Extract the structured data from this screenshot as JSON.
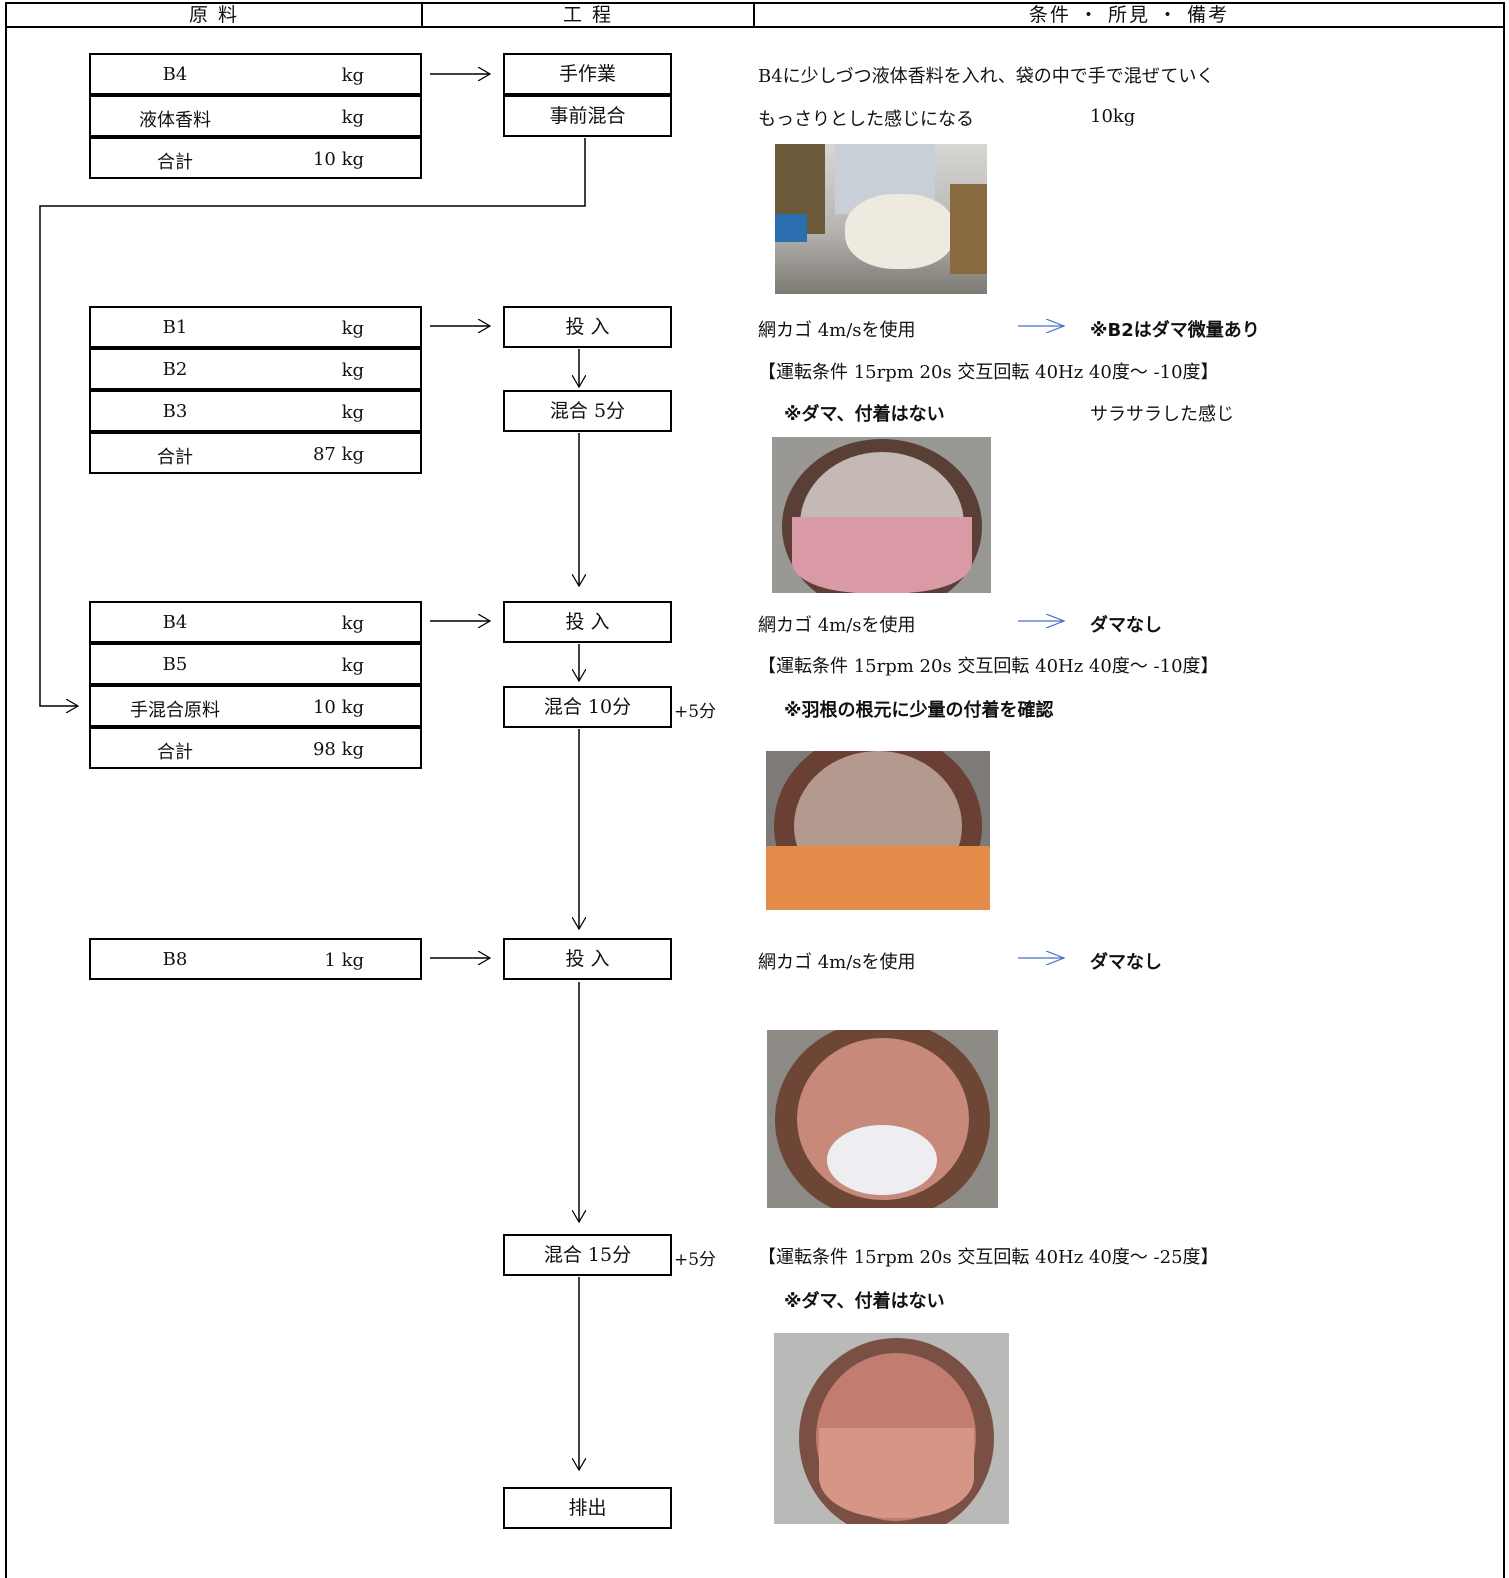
{
  "header": {
    "col1": "原 料",
    "col2": "工 程",
    "col3": "条件 ・ 所見 ・ 備考"
  },
  "sections": [
    {
      "materials": [
        {
          "name": "B4",
          "amount": "kg"
        },
        {
          "name": "液体香料",
          "amount": "kg"
        },
        {
          "name": "合計",
          "amount": "10 kg"
        }
      ],
      "process": [
        "手作業",
        "事前混合"
      ],
      "notes": {
        "line1": "B4に少しづつ液体香料を入れ、袋の中で手で混ぜていく",
        "line2": "もっさりとした感じになる",
        "line2b": "10kg"
      }
    },
    {
      "materials": [
        {
          "name": "B1",
          "amount": "kg"
        },
        {
          "name": "B2",
          "amount": "kg"
        },
        {
          "name": "B3",
          "amount": "kg"
        },
        {
          "name": "合計",
          "amount": "87 kg"
        }
      ],
      "process": [
        "投 入",
        "混合 5分"
      ],
      "notes": {
        "line1": "網カゴ 4m/sを使用",
        "result": "※B2はダマ微量あり",
        "cond": "【運転条件 15rpm 20s 交互回転 40Hz 40度～ -10度】",
        "obs": "※ダマ、付着はない",
        "obs2": "サラサラした感じ"
      }
    },
    {
      "materials": [
        {
          "name": "B4",
          "amount": "kg"
        },
        {
          "name": "B5",
          "amount": "kg"
        },
        {
          "name": "手混合原料",
          "amount": "10 kg"
        },
        {
          "name": "合計",
          "amount": "98 kg"
        }
      ],
      "process": [
        "投 入",
        "混合 10分"
      ],
      "extra": "+5分",
      "notes": {
        "line1": "網カゴ 4m/sを使用",
        "result": "ダマなし",
        "cond": "【運転条件 15rpm 20s 交互回転 40Hz 40度～ -10度】",
        "obs": "※羽根の根元に少量の付着を確認"
      }
    },
    {
      "materials": [
        {
          "name": "B8",
          "amount": "1 kg"
        }
      ],
      "process": [
        "投 入"
      ],
      "notes": {
        "line1": "網カゴ 4m/sを使用",
        "result": "ダマなし"
      }
    },
    {
      "process": [
        "混合 15分"
      ],
      "extra": "+5分",
      "notes": {
        "cond": "【運転条件 15rpm 20s 交互回転 40Hz 40度～ -25度】",
        "obs": "※ダマ、付着はない"
      }
    },
    {
      "process": [
        "排出"
      ]
    }
  ],
  "colors": {
    "arrow_blue": "#4472c4",
    "line": "#000000"
  }
}
